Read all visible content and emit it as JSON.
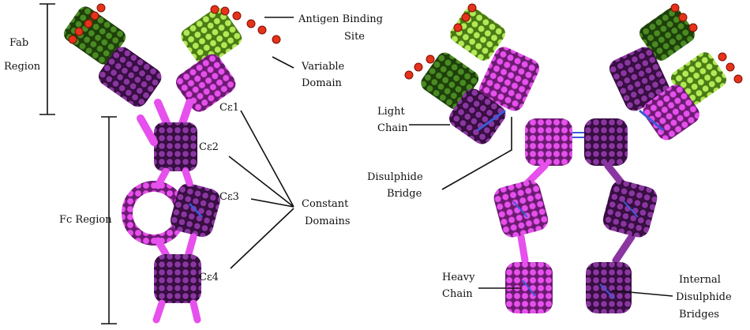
{
  "left_diagram": {
    "fab_region": [
      "Fab",
      "Region"
    ],
    "fc_region": "Fc Region",
    "antigen_binding_site": [
      "Antigen Binding",
      "Site"
    ],
    "variable_domain": [
      "Variable",
      "Domain"
    ],
    "ce1": "Cε1",
    "ce2": "Cε2",
    "ce3": "Cε3",
    "ce4": "Cε4",
    "constant_domains": [
      "Constant",
      "Domains"
    ]
  },
  "right_diagram": {
    "light_chain": [
      "Light",
      "Chain"
    ],
    "disulphide_bridge": [
      "Disulphide",
      "Bridge"
    ],
    "heavy_chain": [
      "Heavy",
      "Chain"
    ],
    "internal_disulphide_bridges": [
      "Internal",
      "Disulphide",
      "Bridges"
    ]
  },
  "colors": {
    "dark_purple": "#7b2a8c",
    "magenta": "#e34de8",
    "dark_green": "#3f7d1c",
    "light_green": "#a9e34a",
    "antigen_red": "#e5321a",
    "bridge_blue": "#3a5bd9"
  }
}
